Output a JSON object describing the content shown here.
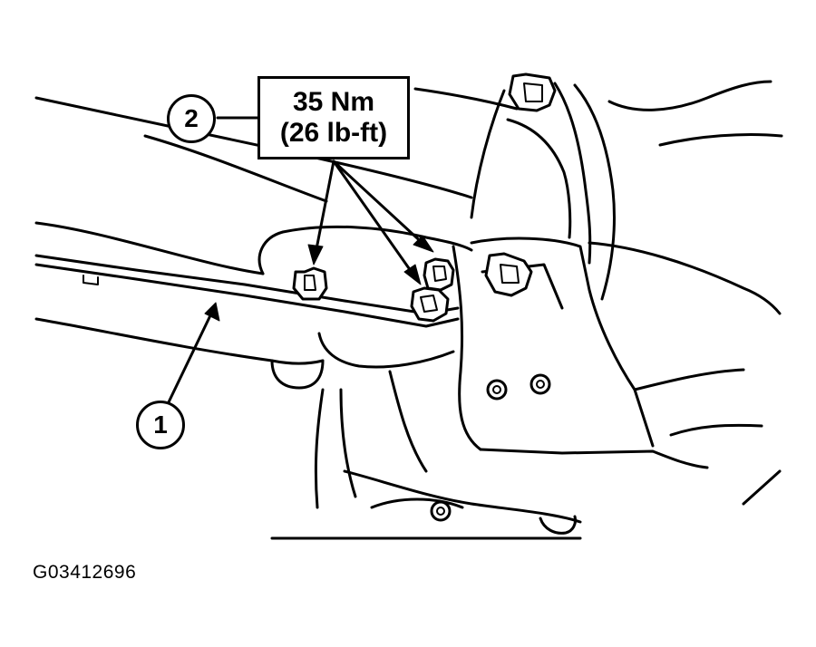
{
  "callouts": {
    "item_1": "1",
    "item_2": "2"
  },
  "torque_spec": {
    "metric": "35 Nm",
    "imperial": "(26 lb-ft)"
  },
  "figure_id": "G03412696",
  "colors": {
    "ink": "#000000",
    "paper": "#ffffff"
  }
}
